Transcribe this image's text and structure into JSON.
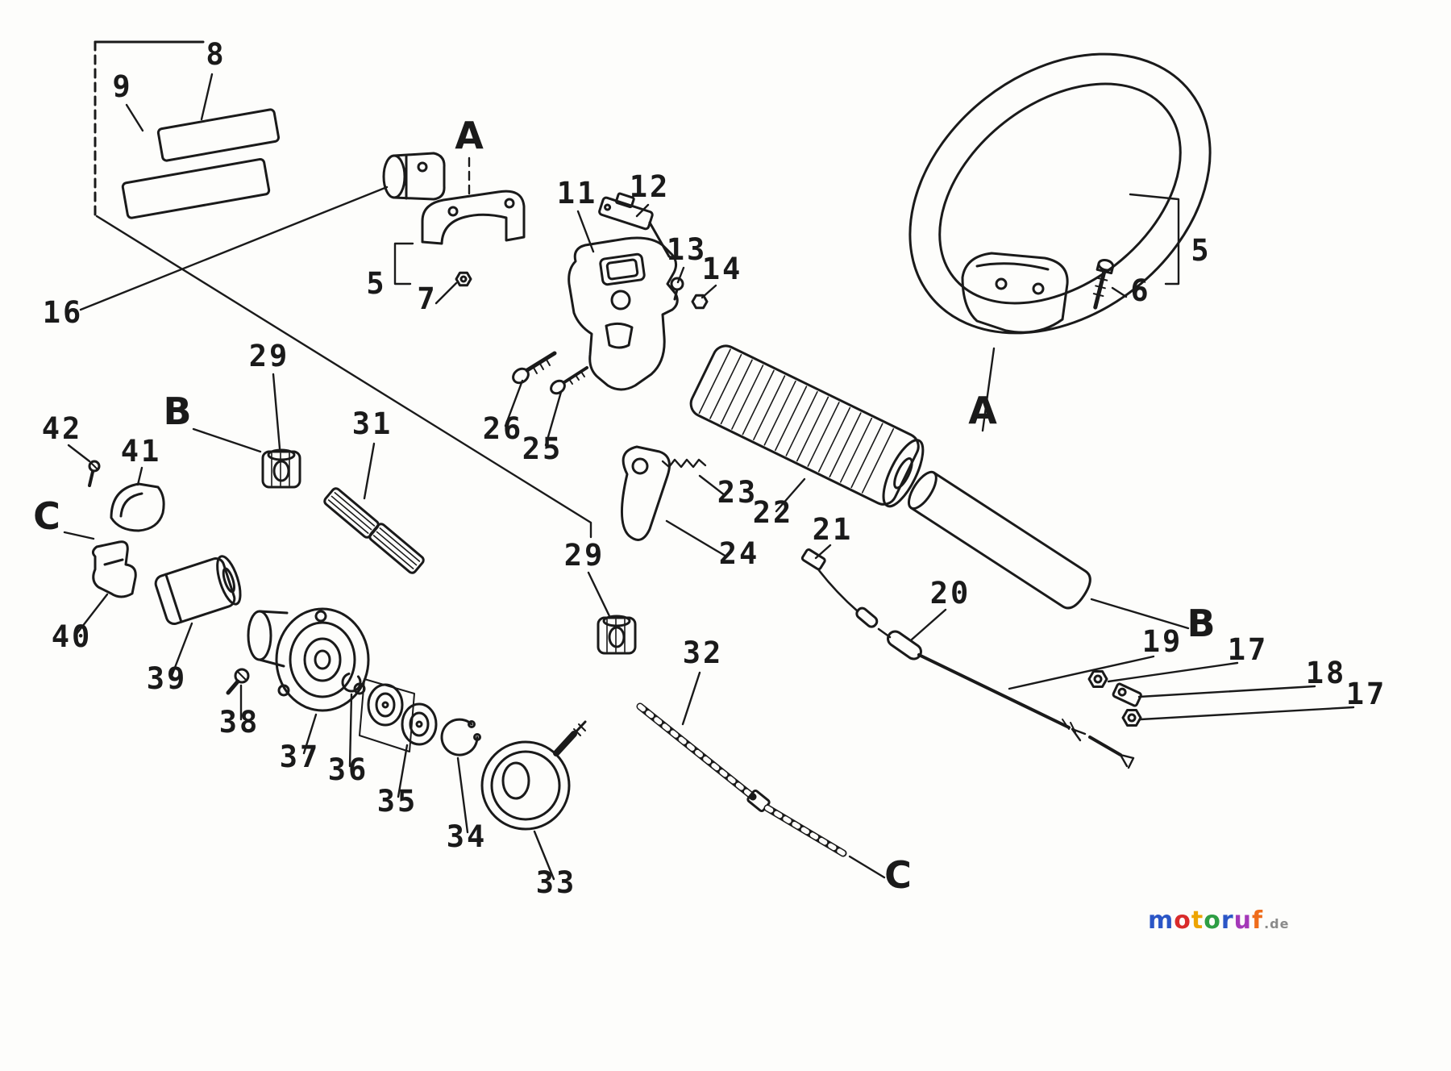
{
  "page": {
    "background": "#fdfdfb",
    "ink": "#1a1a1a"
  },
  "watermark": {
    "letters": [
      {
        "ch": "m",
        "color": "#2b56c6"
      },
      {
        "ch": "o",
        "color": "#d92b2b"
      },
      {
        "ch": "t",
        "color": "#eda400"
      },
      {
        "ch": "o",
        "color": "#2e9e44"
      },
      {
        "ch": "r",
        "color": "#2b56c6"
      },
      {
        "ch": "u",
        "color": "#a438b8"
      },
      {
        "ch": "f",
        "color": "#ef6c1a"
      }
    ],
    "suffix": ".de",
    "suffix_color": "#8a8a8a"
  },
  "diagram": {
    "labels": [
      {
        "id": "part-8",
        "text": "8"
      },
      {
        "id": "part-9",
        "text": "9"
      },
      {
        "id": "section-a-top",
        "text": "A"
      },
      {
        "id": "part-11",
        "text": "11"
      },
      {
        "id": "part-12",
        "text": "12"
      },
      {
        "id": "part-13",
        "text": "13"
      },
      {
        "id": "part-14",
        "text": "14"
      },
      {
        "id": "part-5-right",
        "text": "5"
      },
      {
        "id": "part-6",
        "text": "6"
      },
      {
        "id": "part-5-left",
        "text": "5"
      },
      {
        "id": "part-7",
        "text": "7"
      },
      {
        "id": "part-16",
        "text": "16"
      },
      {
        "id": "part-29-upper",
        "text": "29"
      },
      {
        "id": "part-31",
        "text": "31"
      },
      {
        "id": "part-26",
        "text": "26"
      },
      {
        "id": "part-25",
        "text": "25"
      },
      {
        "id": "part-42",
        "text": "42"
      },
      {
        "id": "section-b-left",
        "text": "B"
      },
      {
        "id": "part-41",
        "text": "41"
      },
      {
        "id": "section-c-left",
        "text": "C"
      },
      {
        "id": "part-23",
        "text": "23"
      },
      {
        "id": "part-22",
        "text": "22"
      },
      {
        "id": "part-24",
        "text": "24"
      },
      {
        "id": "part-21",
        "text": "21"
      },
      {
        "id": "section-a-right",
        "text": "A"
      },
      {
        "id": "part-29-lower",
        "text": "29"
      },
      {
        "id": "part-20",
        "text": "20"
      },
      {
        "id": "part-19",
        "text": "19"
      },
      {
        "id": "part-17-a",
        "text": "17"
      },
      {
        "id": "part-18",
        "text": "18"
      },
      {
        "id": "part-17-b",
        "text": "17"
      },
      {
        "id": "section-b-right",
        "text": "B"
      },
      {
        "id": "part-40",
        "text": "40"
      },
      {
        "id": "part-39",
        "text": "39"
      },
      {
        "id": "part-38",
        "text": "38"
      },
      {
        "id": "part-37",
        "text": "37"
      },
      {
        "id": "part-36",
        "text": "36"
      },
      {
        "id": "part-35",
        "text": "35"
      },
      {
        "id": "part-34",
        "text": "34"
      },
      {
        "id": "part-32",
        "text": "32"
      },
      {
        "id": "part-33",
        "text": "33"
      },
      {
        "id": "section-c-bottom",
        "text": "C"
      }
    ]
  }
}
